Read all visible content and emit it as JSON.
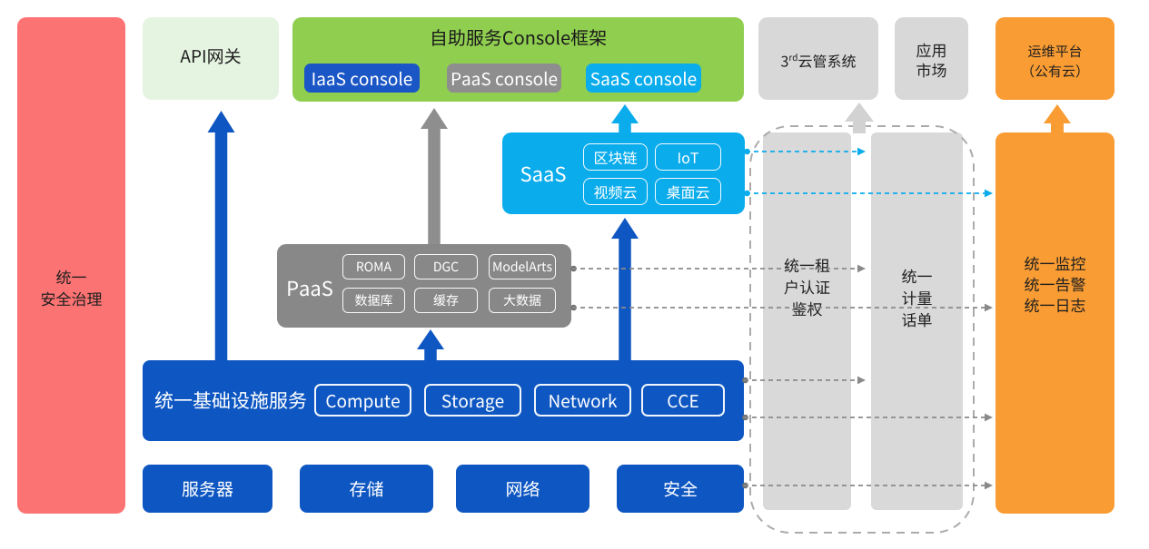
{
  "colors": {
    "red": "#FC7373",
    "pale_green": "#E5F3E1",
    "green": "#90CE50",
    "blue": "#0E57C2",
    "cyan": "#0AACEC",
    "gray": "#8A8A8A",
    "gray_light": "#D8D8D8",
    "orange": "#F99C33"
  },
  "security_bar": {
    "lines": [
      "统一",
      "安全治理"
    ]
  },
  "api_gateway": {
    "label": "API网关"
  },
  "console_frame": {
    "title": "自助服务Console框架",
    "consoles": [
      {
        "label": "IaaS console"
      },
      {
        "label": "PaaS console"
      },
      {
        "label": "SaaS console"
      }
    ]
  },
  "cloud_mgmt": {
    "num": "3",
    "sup": "rd",
    "rest": "云管系统"
  },
  "app_market": {
    "lines": [
      "应用",
      "市场"
    ]
  },
  "ops_platform": {
    "lines": [
      "运维平台",
      "（公有云）"
    ]
  },
  "saas": {
    "label": "SaaS",
    "services": [
      "区块链",
      "IoT",
      "视频云",
      "桌面云"
    ]
  },
  "paas": {
    "label": "PaaS",
    "services": [
      "ROMA",
      "DGC",
      "ModelArts",
      "数据库",
      "缓存",
      "大数据"
    ]
  },
  "iaas": {
    "label": "统一基础设施服务",
    "services": [
      "Compute",
      "Storage",
      "Network",
      "CCE"
    ]
  },
  "hardware": [
    "服务器",
    "存储",
    "网络",
    "安全"
  ],
  "tenant_auth_bar": {
    "lines": [
      "统一租",
      "户认证",
      "鉴权"
    ]
  },
  "metering_bar": {
    "lines": [
      "统一",
      "计量",
      "话单"
    ]
  },
  "monitor_bar": {
    "lines": [
      "统一监控",
      "统一告警",
      "统一日志"
    ]
  }
}
